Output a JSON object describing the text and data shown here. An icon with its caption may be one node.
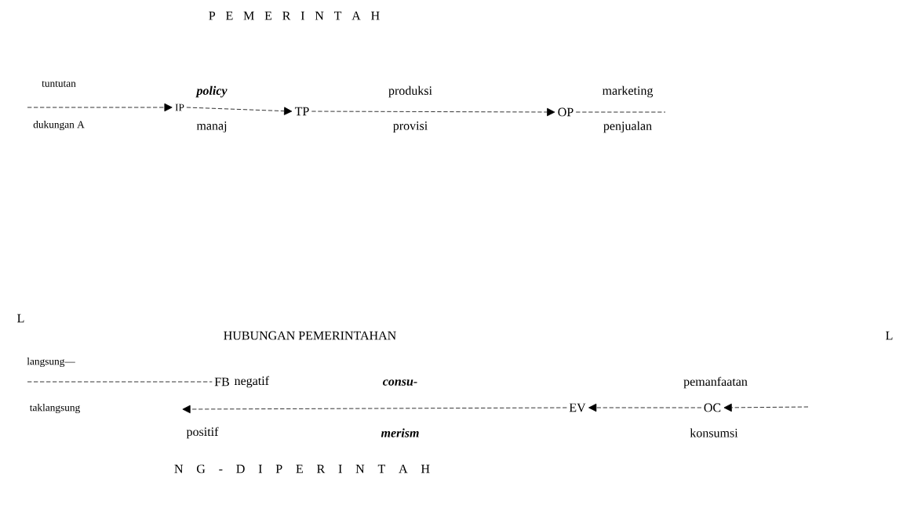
{
  "diagram": {
    "nodes": [
      {
        "text": [
          "IP"
        ]
      },
      {
        "text": [
          "TP"
        ]
      },
      {
        "text": [
          "OP"
        ]
      },
      {
        "text": [
          "FB"
        ]
      },
      {
        "text": [
          "EV"
        ]
      },
      {
        "text": [
          "OC"
        ]
      }
    ],
    "edges": [
      {
        "from": null,
        "to": 0,
        "arrow": "to"
      },
      {
        "from": 0,
        "to": 1,
        "arrow": "to"
      },
      {
        "from": 1,
        "to": 2,
        "arrow": "to"
      },
      {
        "from": 2,
        "to": null,
        "arrow": "none"
      },
      {
        "from": null,
        "to": 3,
        "arrow": "none"
      },
      {
        "from": 4,
        "to": null,
        "arrow": "to"
      },
      {
        "from": 5,
        "to": 4,
        "arrow": "to"
      },
      {
        "from": null,
        "to": 5,
        "arrow": "to"
      }
    ],
    "labels": [
      "P E M E R I N T A H",
      "tuntutan",
      "dukungan A",
      "policy",
      "manaj",
      "produksi",
      "provisi",
      "marketing",
      "penjualan",
      "L",
      "HUBUNGAN PEMERINTAHAN",
      "L",
      "langsung—",
      "taklangsung",
      "negatif",
      "positif",
      "consu-",
      "merism",
      "pemanfaatan",
      "konsumsi",
      "N G - D I P E R I N T A H"
    ]
  }
}
